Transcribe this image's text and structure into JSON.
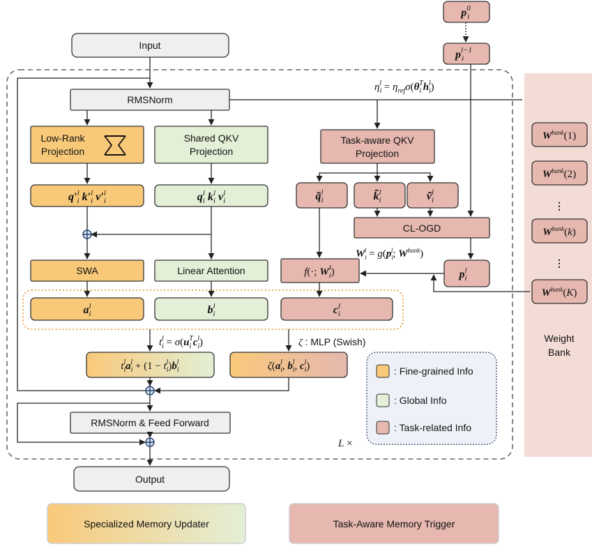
{
  "colors": {
    "orange": "#f9c97a",
    "green": "#e3efd6",
    "pink": "#e6b8af",
    "gray": "#efefef",
    "bank_bg": "#f4dcd6"
  },
  "blocks": {
    "input": "Input",
    "rmsnorm": "RMSNorm",
    "low_rank": [
      "Low-Rank",
      "Projection"
    ],
    "shared_qkv": [
      "Shared QKV",
      "Projection"
    ],
    "task_qkv": [
      "Task-aware QKV",
      "Projection"
    ],
    "cl_ogd": "CL-OGD",
    "swa": "SWA",
    "linear_attention": "Linear Attention",
    "rmsnorm_ff": "RMSNorm & Feed Forward",
    "output": "Output"
  },
  "math": {
    "p0": "p_i^0",
    "p_l_minus_1": "p_i^{l−1}",
    "p_l": "p_i^l",
    "eta": "η_i^l = η_ref σ(θ_i^T h_i^l)",
    "q_prime": "q′_i^l",
    "k_prime": "k′_i^l",
    "v_prime": "v′_i^l",
    "q": "q_i^l",
    "k": "k_i^l",
    "v": "v_i^l",
    "q_tilde": "q̃_i^l",
    "k_tilde": "k̃_i^l",
    "v_tilde": "ṽ_i^l",
    "w_eq": "W_i^l = g(p_i^l; W^bank)",
    "f_func": "f(·; W_i^l)",
    "a": "a_i^l",
    "b": "b_i^l",
    "c": "c_i^l",
    "t_eq": "t_i^l = σ(u_i^T c_i^l)",
    "zeta_label": "ζ :  MLP (Swish)",
    "mix": "t_i^l a_i^l + (1 − t_i^l) b_i^l",
    "zeta_func": "ζ(a_i^l, b_i^l, c_i^l)",
    "l_times": "L ×"
  },
  "legend": {
    "fine": ": Fine-grained Info",
    "global": ": Global Info",
    "task": ": Task-related Info"
  },
  "bank": {
    "entries": [
      "W^bank(1)",
      "W^bank(2)",
      "W^bank(k)",
      "W^bank(K)"
    ],
    "dots": "⋮",
    "label": [
      "Weight",
      "Bank"
    ]
  },
  "footer": {
    "specialized": "Specialized Memory Updater",
    "task_aware": "Task-Aware Memory Trigger"
  }
}
